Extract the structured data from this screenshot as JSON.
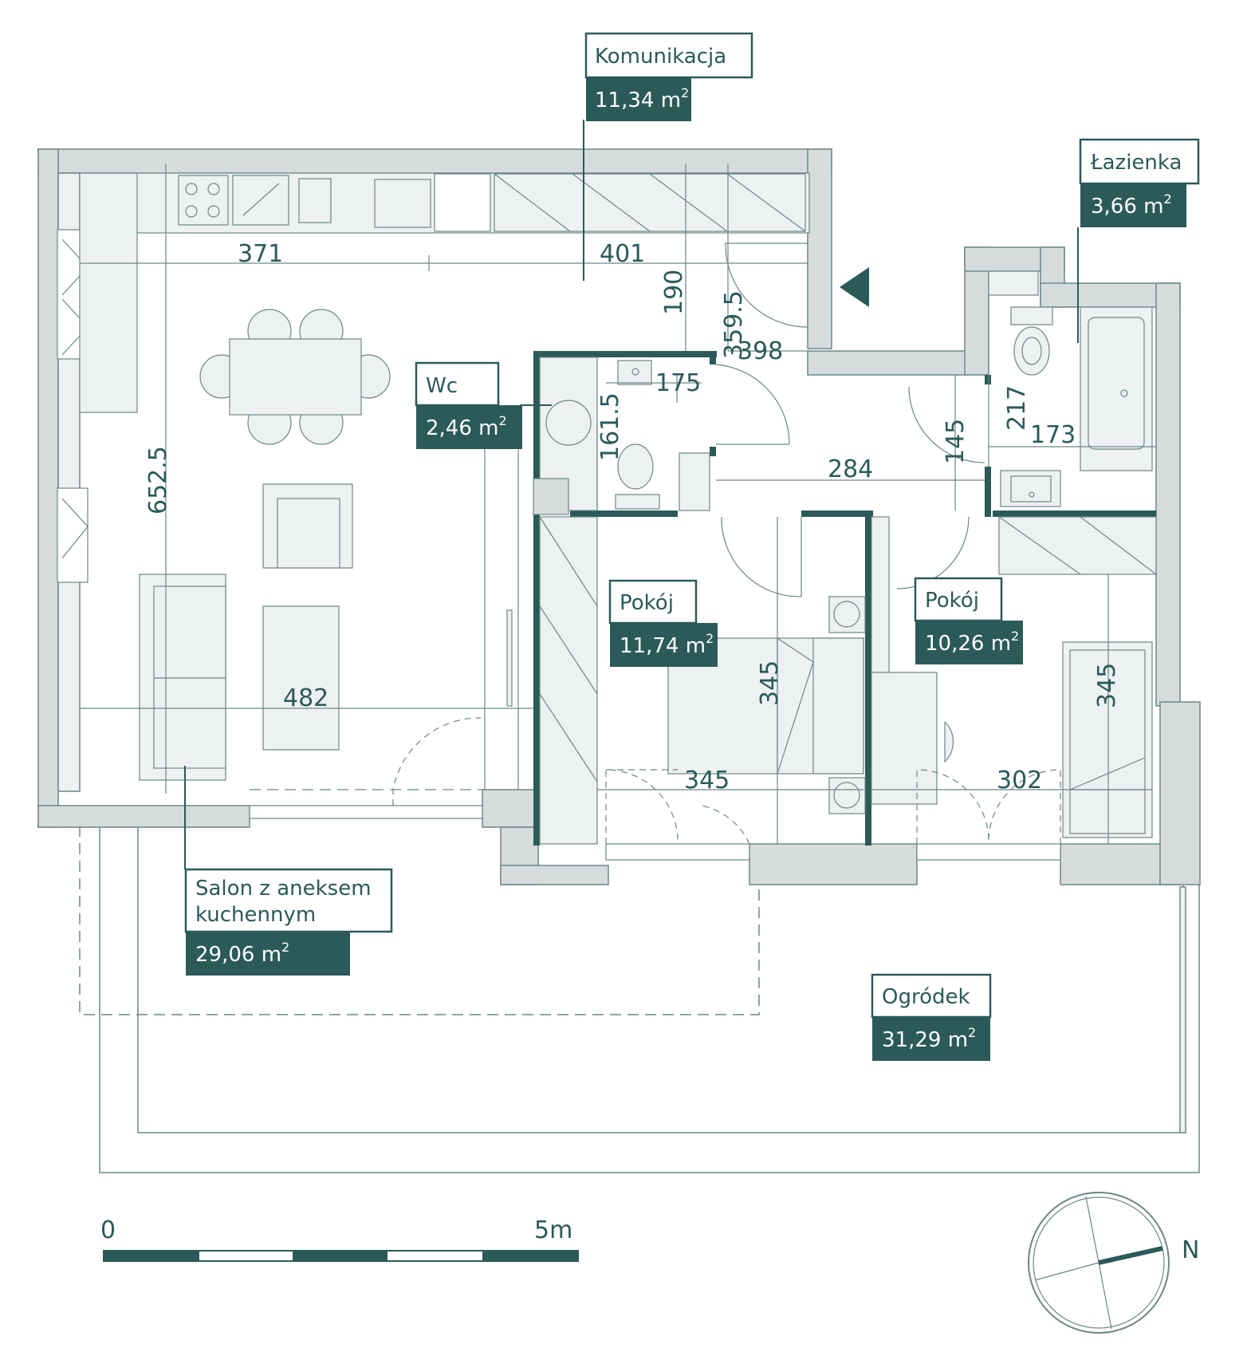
{
  "colors": {
    "accent": "#2b5a59",
    "wall_fill": "#d6dcdc",
    "line": "#6d8786",
    "furniture": "#eef1f1"
  },
  "rooms": {
    "komunikacja": {
      "name": "Komunikacja",
      "area": "11,34 m",
      "sup": "2"
    },
    "lazienka": {
      "name": "Łazienka",
      "area": "3,66 m",
      "sup": "2"
    },
    "wc": {
      "name": "Wc",
      "area": "2,46 m",
      "sup": "2"
    },
    "pokoj1": {
      "name": "Pokój",
      "area": "11,74 m",
      "sup": "2"
    },
    "pokoj2": {
      "name": "Pokój",
      "area": "10,26 m",
      "sup": "2"
    },
    "salon": {
      "name_line1": "Salon z aneksem",
      "name_line2": "kuchennym",
      "area": "29,06 m",
      "sup": "2"
    },
    "ogrodek": {
      "name": "Ogródek",
      "area": "31,29 m",
      "sup": "2"
    }
  },
  "dimensions": {
    "d371": "371",
    "d401": "401",
    "d190": "190",
    "d359_5": "359.5",
    "d398": "398",
    "d175": "175",
    "d161_5": "161.5",
    "d652_5": "652.5",
    "d482": "482",
    "d345_a": "345",
    "d345_b": "345",
    "d345_c": "345",
    "d302": "302",
    "d284": "284",
    "d217": "217",
    "d173": "173",
    "d145": "145"
  },
  "scale": {
    "start": "0",
    "end": "5m"
  },
  "compass": {
    "north": "N"
  }
}
